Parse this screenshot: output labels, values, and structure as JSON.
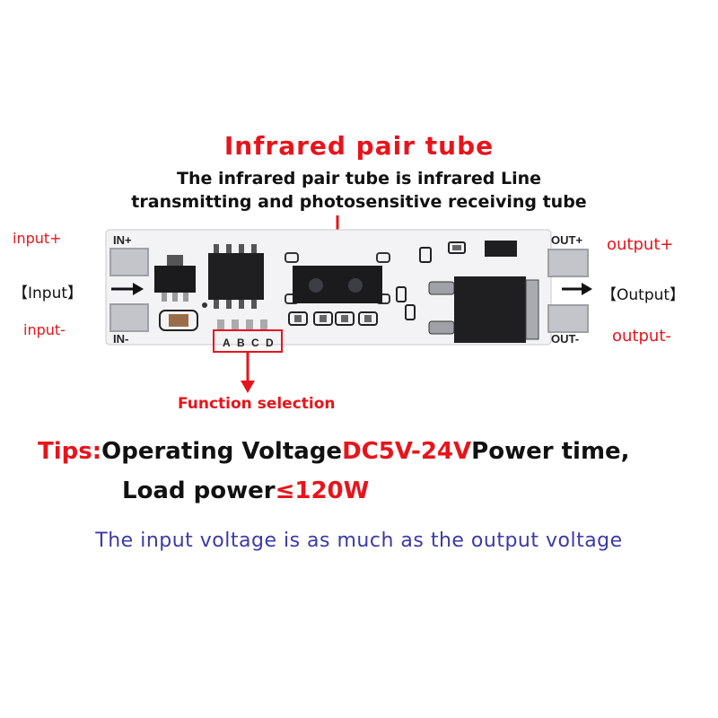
{
  "title": "Infrared pair tube",
  "description": {
    "line1": "The infrared pair tube is infrared Line",
    "line2": "transmitting and photosensitive receiving tube"
  },
  "labels": {
    "input_plus": "input+",
    "input_minus": "input-",
    "output_plus": "output+",
    "output_minus": "output-",
    "input": "【Input】",
    "output": "【Output】",
    "function_selection": "Function selection"
  },
  "board": {
    "in_plus": "IN+",
    "in_minus": "IN-",
    "out_plus": "OUT+",
    "out_minus": "OUT-",
    "pins": [
      "A",
      "B",
      "C",
      "D"
    ]
  },
  "tips": {
    "prefix": "Tips:",
    "text1": "Operating Voltage",
    "voltage": "DC5V-24V",
    "text2": "Power time,",
    "text3": "Load power",
    "power": "≤120W"
  },
  "footer": "The input voltage is as much as the output voltage",
  "colors": {
    "accent": "#e8141b",
    "footer": "#3b3aa8",
    "board": "#f4f4f6"
  }
}
